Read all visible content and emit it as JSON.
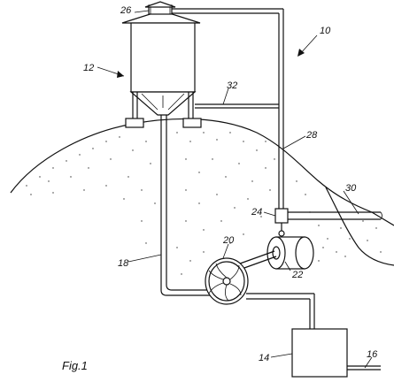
{
  "figure": {
    "caption": "Fig.1",
    "labels": {
      "system": "10",
      "silo": "12",
      "tank": "14",
      "outlet": "16",
      "down_pipe": "18",
      "fan": "20",
      "motor": "22",
      "valve": "24",
      "vent_cap": "26",
      "return_pipe": "28",
      "supply_pipe": "30",
      "cross_pipe": "32"
    }
  }
}
